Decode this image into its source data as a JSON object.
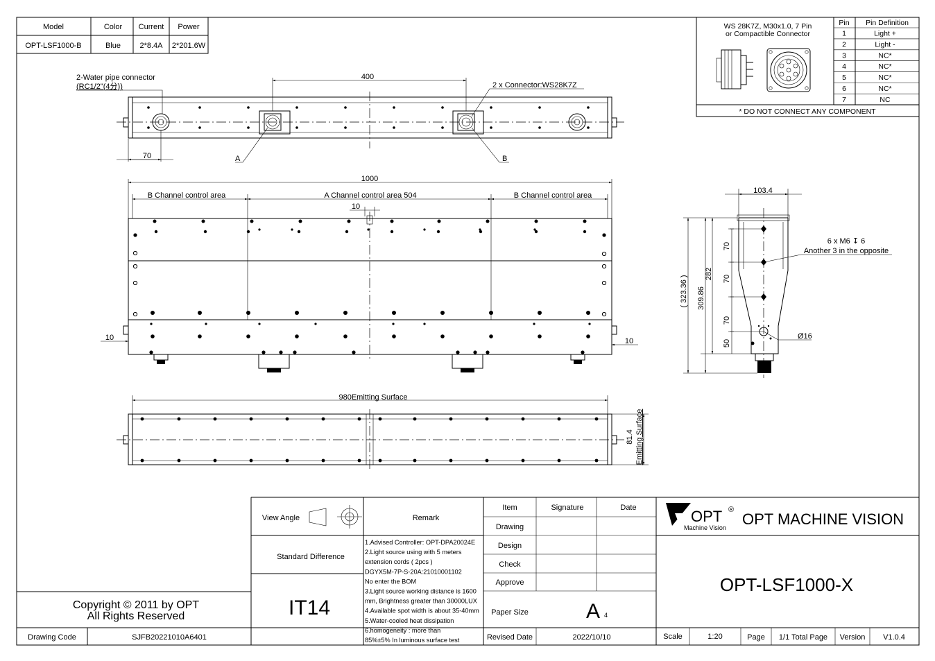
{
  "spec_table": {
    "headers": [
      "Model",
      "Color",
      "Current",
      "Power"
    ],
    "row": [
      "OPT-LSF1000-B",
      "Blue",
      "2*8.4A",
      "2*201.6W"
    ]
  },
  "connector": {
    "title_1": "WS 28K7Z, M30x1.0, 7 Pin",
    "title_2": "or Compactible Connector",
    "pin_headers": [
      "Pin",
      "Pin Definition"
    ],
    "pins": [
      [
        "1",
        "Light +"
      ],
      [
        "2",
        "Light -"
      ],
      [
        "3",
        "NC*"
      ],
      [
        "4",
        "NC*"
      ],
      [
        "5",
        "NC*"
      ],
      [
        "6",
        "NC*"
      ],
      [
        "7",
        "NC"
      ]
    ],
    "note": "* DO NOT CONNECT ANY COMPONENT"
  },
  "top_view": {
    "pipe_label_1": "2-Water pipe connector",
    "pipe_label_2": "(RC1/2\"(4分))",
    "dim_400": "400",
    "connector_label": "2 x Connector:WS28K7Z",
    "dim_70": "70",
    "label_a": "A",
    "label_b": "B"
  },
  "front_view": {
    "dim_1000": "1000",
    "b_left": "B Channel control area",
    "a_center": "A Channel control area  504",
    "b_right": "B Channel control area",
    "dim_10_top": "10",
    "dim_10_left": "10",
    "dim_10_right": "10"
  },
  "bottom_view": {
    "dim_980": "980Emitting Surface",
    "dim_81": "81.4",
    "emit_label": "Emitting Surface"
  },
  "side_view": {
    "dim_103": "103.4",
    "dim_323": "( 323.36 )",
    "dim_309": "309.86",
    "dim_282": "282",
    "dim_70a": "70",
    "dim_70b": "70",
    "dim_70c": "70",
    "dim_50": "50",
    "hole_note_1": "6 x M6 ↧ 6",
    "hole_note_2": "Another 3 in the opposite",
    "dim_phi": "Ø16"
  },
  "copyright": {
    "line1": "Copyright © 2011 by OPT",
    "line2": "All Rights Reserved",
    "code_label": "Drawing Code",
    "code_value": "SJFB20221010A6401"
  },
  "title_block": {
    "view_angle": "View Angle",
    "remark": "Remark",
    "standard_difference": "Standard Difference",
    "it_grade": "IT14",
    "remarks": [
      "1.Advised Controller: OPT-DPA20024E",
      "2.Light source using with 5 meters",
      " extension cords ( 2pcs )",
      "  DGYX5M-7P-S-20A:21010001102",
      " No enter the BOM",
      "3.Light source working distance is 1600",
      "mm, Brightness greater than 30000LUX",
      "4.Available spot width is about 35-40mm",
      "5.Water-cooled heat dissipation",
      "6.homogeneity :  more than",
      "  85%±5% In luminous surface test"
    ],
    "item": "Item",
    "signature": "Signature",
    "date": "Date",
    "rows": [
      "Drawing",
      "Design",
      "Check",
      "Approve"
    ],
    "paper_size_label": "Paper Size",
    "paper_size": "A",
    "paper_size_sub": "4",
    "revised_label": "Revised Date",
    "revised_date": "2022/10/10",
    "logo_text": "OPT",
    "logo_reg": "®",
    "logo_sub": "Machine Vision",
    "company": "OPT MACHINE VISION",
    "part_number": "OPT-LSF1000-X",
    "scale_label": "Scale",
    "scale_value": "1:20",
    "page_label": "Page",
    "page_value": "1/1 Total Page",
    "version_label": "Version",
    "version_value": "V1.0.4"
  }
}
